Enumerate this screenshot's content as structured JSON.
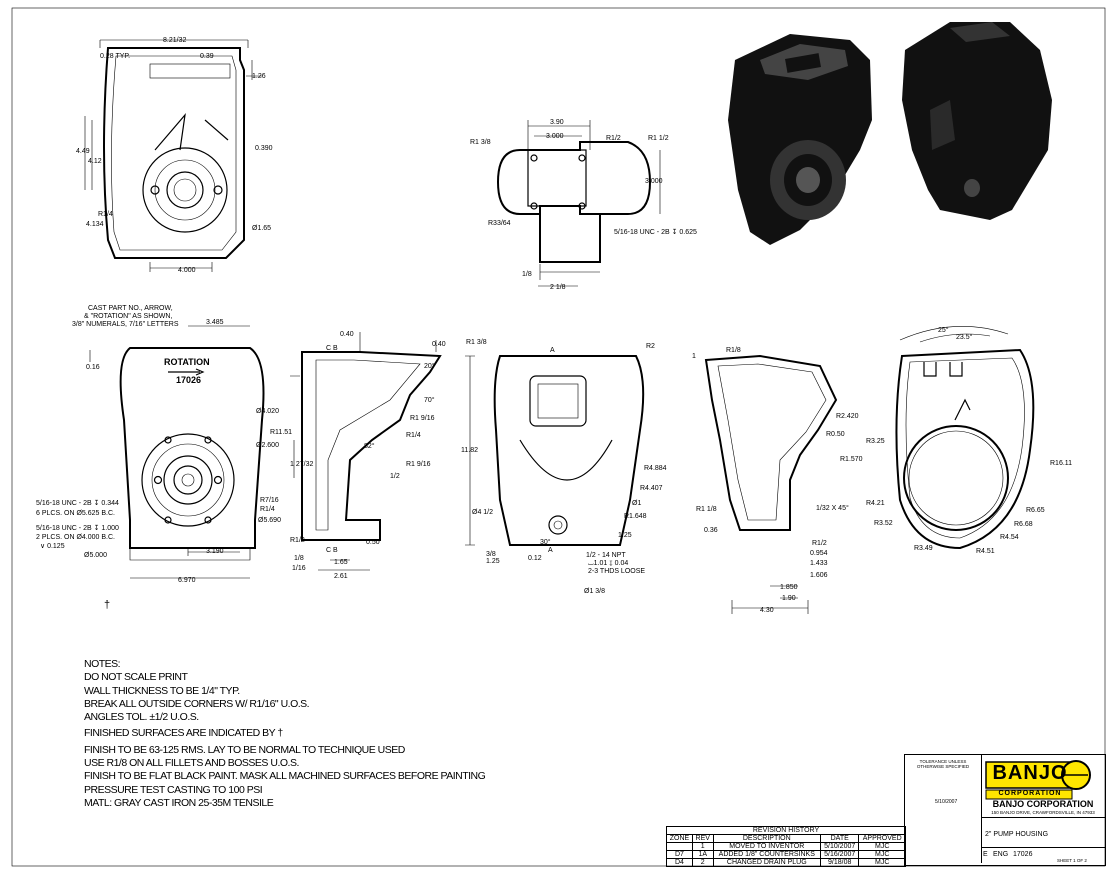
{
  "notes": {
    "lines": [
      "NOTES:",
      "DO NOT SCALE PRINT",
      "WALL THICKNESS TO BE 1/4\" TYP.",
      "BREAK ALL OUTSIDE CORNERS W/ R1/16\" U.O.S.",
      "ANGLES TOL. ±1/2 U.O.S.",
      "FINISHED SURFACES ARE INDICATED BY †",
      "FINISH TO BE 63-125 RMS. LAY TO BE NORMAL TO TECHNIQUE USED",
      "USE R1/8 ON ALL FILLETS AND BOSSES U.O.S.",
      "FINISH TO BE FLAT BLACK PAINT. MASK ALL MACHINED SURFACES BEFORE PAINTING",
      "PRESSURE TEST CASTING TO 100 PSI",
      "MATL: GRAY CAST IRON 25-35M TENSILE"
    ]
  },
  "revision": {
    "title": "REVISION HISTORY",
    "headers": [
      "ZONE",
      "REV",
      "DESCRIPTION",
      "DATE",
      "APPROVED"
    ],
    "rows": [
      [
        "",
        "1",
        "MOVED TO INVENTOR",
        "5/10/2007",
        "MJC"
      ],
      [
        "D7",
        "1A",
        "ADDED 1/8\" COUNTERSINKS",
        "5/16/2007",
        "MJC"
      ],
      [
        "D4",
        "2",
        "CHANGED DRAIN PLUG",
        "9/18/08",
        "MJC"
      ]
    ]
  },
  "title_block": {
    "company": "BANJO CORPORATION",
    "address": "150 BANJO DRIVE, CRAWFORDSVILLE, IN 47933",
    "logo_text": "BANJO",
    "logo_sub": "CORPORATION",
    "title": "2\" PUMP HOUSING",
    "size": "E",
    "dwg_type": "ENG",
    "dwg_no": "17026",
    "date": "5/10/2007",
    "sheet": "SHEET 1 OF 2",
    "tolerance": "TOLERANCE UNLESS OTHERWISE SPECIFIED"
  },
  "labels": {
    "top_width": "8.21/32",
    "typ": "0.28 TYP.",
    "d039": "0.39",
    "d126": "1.26",
    "d449": "4.49",
    "d412": "4.12",
    "d0390": "0.390",
    "r14": "R1/4",
    "d4134": "4.134",
    "phi165": "Ø1.65",
    "d4000": "4.000",
    "d390": "3.90",
    "d3000a": "3.000",
    "d3000b": "3.000",
    "r138": "R1 3/8",
    "r12": "R1/2",
    "r112": "R1 1/2",
    "r3364": "R33/64",
    "unc625": "5/16-18 UNC - 2B ↧ 0.625",
    "d18": "1/8",
    "d218": "2 1/8",
    "castnote1": "CAST PART NO., ARROW,",
    "castnote2": "& \"ROTATION\" AS SHOWN,",
    "castnote3": "3/8\" NUMERALS, 7/16\" LETTERS",
    "d3485": "3.485",
    "rotation": "ROTATION",
    "partno": "17026",
    "d016": "0.16",
    "phi4020": "Ø4.020",
    "phi2600": "Ø2.600",
    "r716": "R7/16",
    "r14b": "R1/4",
    "phi5690": "Ø5.690",
    "unc344": "5/16-18 UNC - 2B ↧ 0.344",
    "plcs6": "6 PLCS. ON Ø5.625 B.C.",
    "unc1000": "5/16-18 UNC - 2B ↧ 1.000",
    "plcs2": "2 PLCS. ON Ø4.000 B.C.",
    "csk": "∨ 0.125",
    "phi5000": "Ø5.000",
    "d3190": "3.190",
    "d6970": "6.970",
    "dagger": "†",
    "d040a": "0.40",
    "d040b": "0.40",
    "deg20": "20°",
    "deg70": "70°",
    "r1151": "R11.51",
    "r1916": "R1 9/16",
    "r14c": "R1/4",
    "deg82": "82°",
    "r1916b": "R1 9/16",
    "d12732": "1 27/32",
    "r12b": "R1/2",
    "d18b": "1/8",
    "d116": "1/16",
    "d165": "1.65",
    "d261": "2.61",
    "d050": "0.50",
    "d12c": "1/2",
    "cb": "C  B",
    "r138b": "R1 3/8",
    "r2": "R2",
    "a": "A",
    "d1182": "11.82",
    "r4884": "R4.884",
    "r4407": "R4.407",
    "phi1": "Ø1",
    "r1648": "R1.648",
    "phi412": "Ø4 1/2",
    "d38": "3/8",
    "d125": "1.25",
    "d012": "0.12",
    "deg30": "30°",
    "npt": "1/2 - 14 NPT",
    "flat": "⌴1.01 ↧ 0.04",
    "thds": "2-3 THDS LOOSE",
    "d125b": "1.25",
    "phi138": "Ø1 3/8",
    "r18": "R1/8",
    "r2420": "R2.420",
    "r050": "R0.50",
    "r1570": "R1.570",
    "r118": "R1 1/8",
    "chamfer": "1/32 X 45°",
    "d036": "0.36",
    "r12d": "R1/2",
    "d0954": "0.954",
    "d1433": "1.433",
    "d1606": "1.606",
    "d1850": "1.850",
    "d190": "1.90",
    "d430": "4.30",
    "d1": "1",
    "deg25": "25°",
    "deg235": "23.5°",
    "r325": "R3.25",
    "r1611": "R16.11",
    "r421": "R4.21",
    "r665": "R6.65",
    "r352": "R3.52",
    "r668": "R6.68",
    "r454": "R4.54",
    "r349": "R3.49",
    "r451": "R4.51"
  }
}
